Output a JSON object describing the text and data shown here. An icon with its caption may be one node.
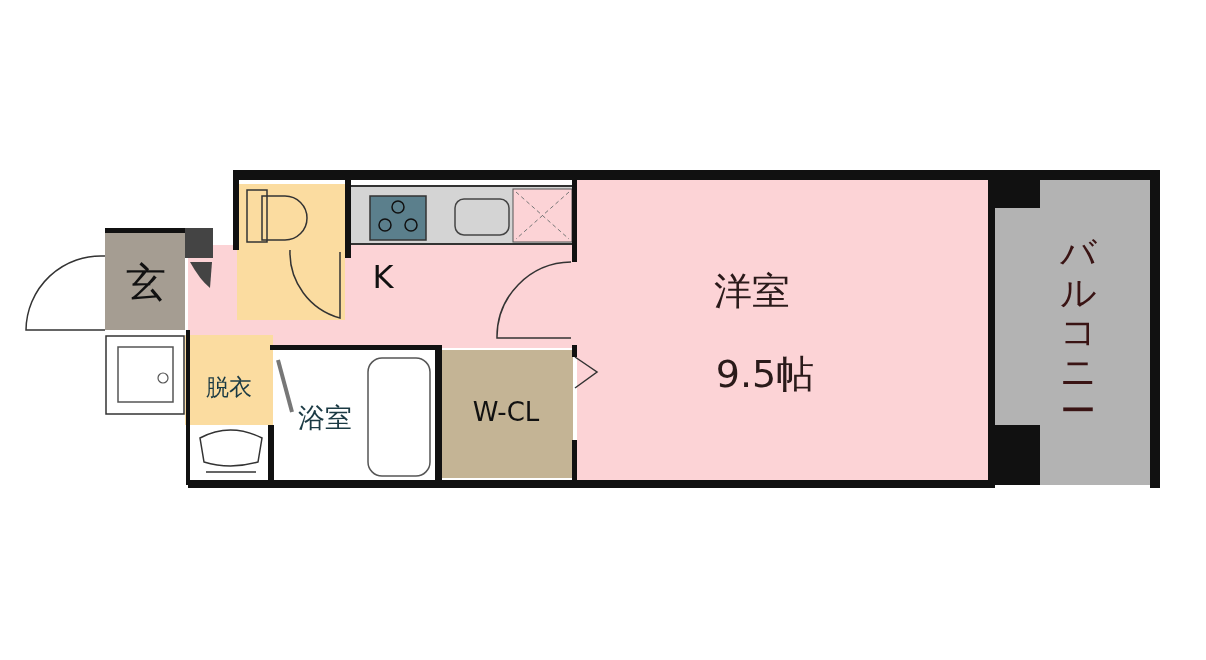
{
  "diagram": {
    "nodes": [
      {
        "text": [
          "玄"
        ]
      },
      {
        "text": [
          "K"
        ]
      },
      {
        "text": [
          "脱衣"
        ]
      },
      {
        "text": [
          "浴室"
        ]
      },
      {
        "text": [
          "W-CL"
        ]
      },
      {
        "text": [
          "洋室",
          "9.5帖"
        ]
      },
      {
        "text": [
          "バルコニー"
        ]
      }
    ],
    "edges": []
  }
}
